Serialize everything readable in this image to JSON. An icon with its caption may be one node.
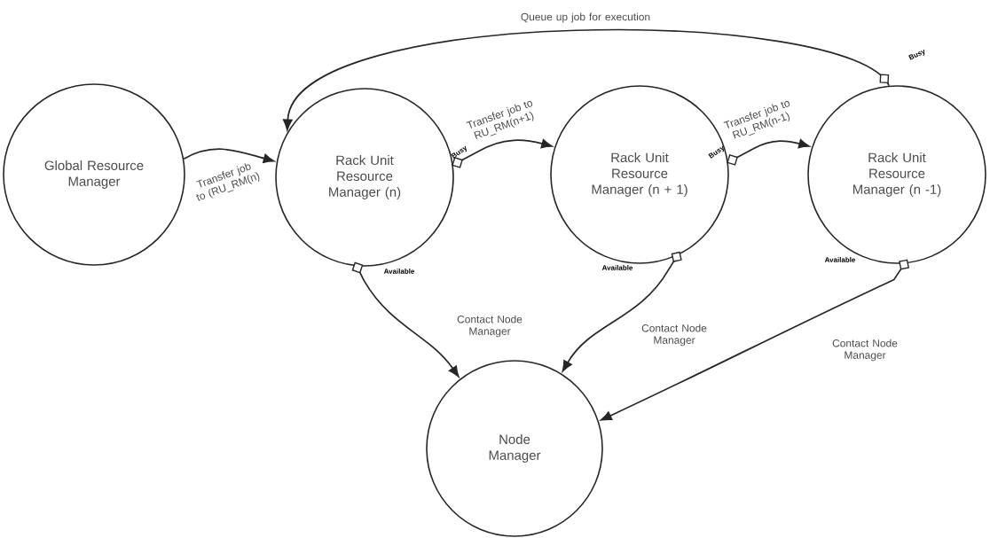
{
  "diagram": {
    "nodes": [
      {
        "text": [
          "Global Resource Manager"
        ]
      },
      {
        "text": [
          "Rack Unit Resource Manager (n)"
        ]
      },
      {
        "text": [
          "Rack Unit Resource Manager (n + 1)"
        ]
      },
      {
        "text": [
          "Rack Unit Resource Manager (n -1)"
        ]
      },
      {
        "text": [
          "Node Manager"
        ]
      }
    ],
    "edges": [
      {
        "from": 0,
        "to": 1,
        "arrow": "to",
        "label": "Transfer job to (RU_RM(n)"
      },
      {
        "from": 1,
        "to": 2,
        "arrow": "to",
        "label": "Transfer job to RU_RM(n+1)"
      },
      {
        "from": 2,
        "to": 3,
        "arrow": "to",
        "label": "Transfer job to RU_RM(n-1)"
      },
      {
        "from": 3,
        "to": 1,
        "arrow": "to",
        "label": "Queue up job for execution"
      },
      {
        "from": 1,
        "to": 4,
        "arrow": "to",
        "label": "Contact Node Manager"
      },
      {
        "from": 2,
        "to": 4,
        "arrow": "to",
        "label": "Contact Node Manager"
      },
      {
        "from": 3,
        "to": 4,
        "arrow": "to",
        "label": "Contact Node Manager"
      }
    ],
    "labels": [
      "Busy",
      "Busy",
      "Busy",
      "Available",
      "Available",
      "Available"
    ]
  }
}
